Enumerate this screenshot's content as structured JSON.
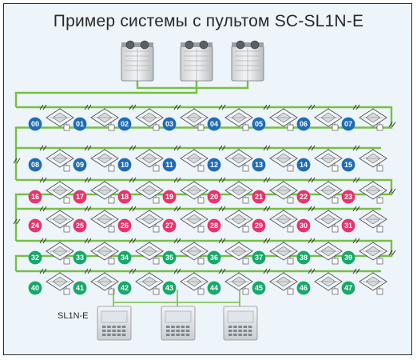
{
  "title": "Пример системы с пультом SC-SL1N-E",
  "controller_label": "SL1N-E",
  "colors": {
    "frame_background": "#edf4fa",
    "line": "#77c043",
    "row_colors": [
      "#1e6cb6",
      "#1e6cb6",
      "#e8336c",
      "#e8336c",
      "#16a96a",
      "#16a96a"
    ]
  },
  "outdoor_units": 3,
  "controllers": 3,
  "rows": [
    {
      "labels": [
        "00",
        "01",
        "02",
        "03",
        "04",
        "05",
        "06",
        "07"
      ]
    },
    {
      "labels": [
        "08",
        "09",
        "10",
        "11",
        "12",
        "13",
        "14",
        "15"
      ]
    },
    {
      "labels": [
        "16",
        "17",
        "18",
        "19",
        "20",
        "21",
        "22",
        "23"
      ]
    },
    {
      "labels": [
        "24",
        "25",
        "26",
        "27",
        "28",
        "29",
        "30",
        "31"
      ]
    },
    {
      "labels": [
        "32",
        "33",
        "34",
        "35",
        "36",
        "37",
        "38",
        "39"
      ]
    },
    {
      "labels": [
        "40",
        "41",
        "42",
        "43",
        "44",
        "45",
        "46",
        "47"
      ]
    }
  ]
}
